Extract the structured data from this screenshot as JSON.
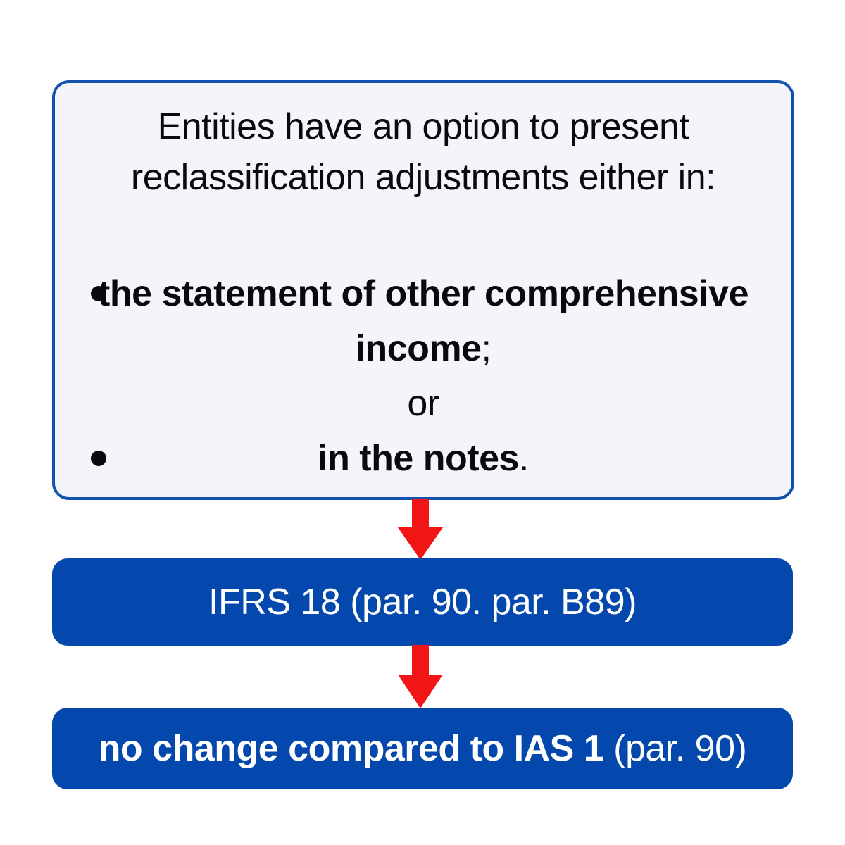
{
  "diagram": {
    "title": "Reclassification adjustments presentation options",
    "colors": {
      "card_fill": "#F3F5FB",
      "card_border": "#1352AE",
      "box_fill": "#0548AD",
      "box_text": "#FFFFFF",
      "arrow": "#F21516",
      "body_text": "#090A0C"
    },
    "statement_card": {
      "intro": "Entities have an option to present reclassification adjustments either in:",
      "options": [
        {
          "bullet": "•",
          "emphasis": "the statement of other comprehensive income",
          "tail": ";"
        },
        {
          "bullet": "•",
          "emphasis": "in the notes",
          "tail": "."
        }
      ],
      "conjunction": "or"
    },
    "arrows": [
      {
        "name": "arrow-down-1",
        "direction": "down"
      },
      {
        "name": "arrow-down-2",
        "direction": "down"
      }
    ],
    "reference_boxes": [
      {
        "id": "ifrs18",
        "emphasis": "",
        "text": "IFRS 18 (par. 90. par. B89)"
      },
      {
        "id": "comparison",
        "emphasis": "no change compared to IAS 1",
        "text": " (par. 90)"
      }
    ]
  }
}
